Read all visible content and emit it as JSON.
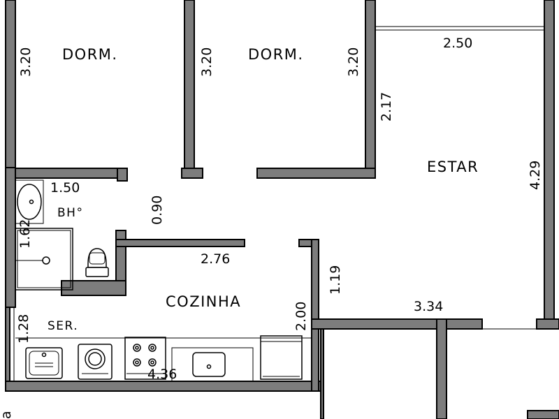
{
  "rooms": {
    "dorm_left": "DORM.",
    "dorm_right": "DORM.",
    "estar": "ESTAR",
    "bathroom": "BH°",
    "kitchen": "COZINHA",
    "service": "SER."
  },
  "dimensions": {
    "dorm_left_height": "3.20",
    "dorm_mid_left_height": "3.20",
    "dorm_mid_right_height": "3.20",
    "estar_top_width": "2.50",
    "estar_upper_height": "2.17",
    "estar_height": "4.29",
    "bath_width": "1.50",
    "bath_height": "1.62",
    "hall_width": "0.90",
    "kitchen_wall": "2.76",
    "kitchen_side": "1.19",
    "kitchen_height": "2.00",
    "estar_bottom_width": "3.34",
    "service_height": "1.28",
    "counter_width": "4.36",
    "edge_fragment": "a"
  }
}
